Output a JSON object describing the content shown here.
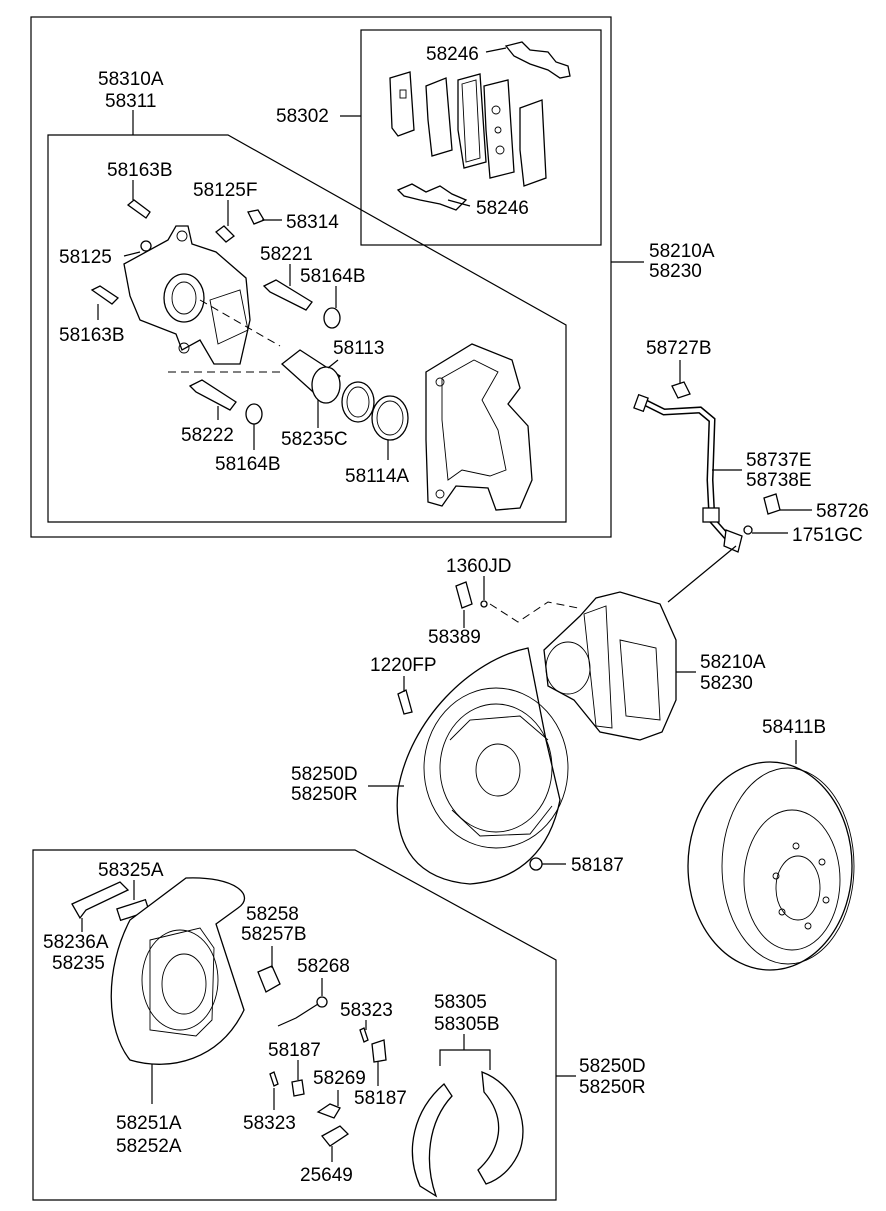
{
  "labels": {
    "l58310A": "58310A",
    "l58311": "58311",
    "l58302": "58302",
    "l58246_top": "58246",
    "l58246_bot": "58246",
    "l58163B_top": "58163B",
    "l58125F": "58125F",
    "l58314": "58314",
    "l58125": "58125",
    "l58221": "58221",
    "l58164B_top": "58164B",
    "l58163B_bot": "58163B",
    "l58113": "58113",
    "l58222": "58222",
    "l58235C": "58235C",
    "l58164B_bot": "58164B",
    "l58114A": "58114A",
    "l58210A_top": "58210A",
    "l58230_top": "58230",
    "l58727B": "58727B",
    "l58737E": "58737E",
    "l58738E": "58738E",
    "l58726": "58726",
    "l1751GC": "1751GC",
    "l1360JD": "1360JD",
    "l58389": "58389",
    "l1220FP": "1220FP",
    "l58210A_mid": "58210A",
    "l58230_mid": "58230",
    "l58411B": "58411B",
    "l58250D_mid": "58250D",
    "l58250R_mid": "58250R",
    "l58187_mid": "58187",
    "l58325A": "58325A",
    "l58236A": "58236A",
    "l58235": "58235",
    "l58258": "58258",
    "l58257B": "58257B",
    "l58268": "58268",
    "l58323_a": "58323",
    "l58305": "58305",
    "l58305B": "58305B",
    "l58187_a": "58187",
    "l58269": "58269",
    "l58187_b": "58187",
    "l58250D_bot": "58250D",
    "l58250R_bot": "58250R",
    "l58251A": "58251A",
    "l58252A": "58252A",
    "l58323_b": "58323",
    "l25649": "25649"
  }
}
